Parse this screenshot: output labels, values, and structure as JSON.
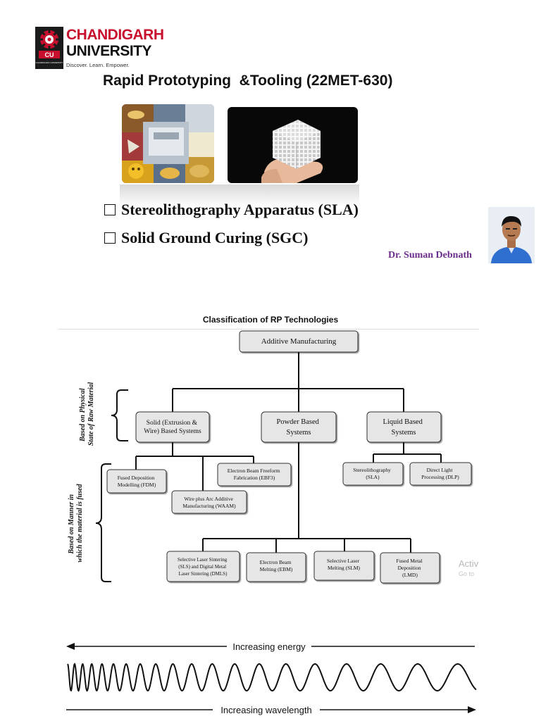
{
  "logo": {
    "emblem_text": "CU",
    "emblem_subtext": "CHANDIGARH UNIVERSITY",
    "name_line1": "CHANDIGARH",
    "name_line2": "UNIVERSITY",
    "tagline": "Discover. Learn. Empower."
  },
  "course": {
    "title": "Rapid Prototyping  &Tooling (22MET-630)"
  },
  "topics": [
    {
      "label": "Stereolithography Apparatus (SLA)"
    },
    {
      "label": "Solid Ground Curing (SGC)"
    }
  ],
  "author": {
    "name": "Dr. Suman Debnath"
  },
  "diagram": {
    "title": "Classification of RP Technologies",
    "root": "Additive Manufacturing",
    "side_label_physical": [
      "Based on Physical",
      "State of Raw Material"
    ],
    "side_label_manner": [
      "Based on Manner in",
      "which the material is fused"
    ],
    "categories": [
      {
        "lines": [
          "Solid (Extrusion &",
          "Wire) Based Systems"
        ]
      },
      {
        "lines": [
          "Powder Based",
          "Systems"
        ]
      },
      {
        "lines": [
          "Liquid Based",
          "Systems"
        ]
      }
    ],
    "solid_processes": [
      {
        "lines": [
          "Fused Deposition",
          "Modelling (FDM)"
        ]
      },
      {
        "lines": [
          "Wire plus Arc Additive",
          "Manufacturing (WAAM)"
        ]
      },
      {
        "lines": [
          "Electron Beam Freeform",
          "Fabrication (EBF3)"
        ]
      }
    ],
    "liquid_processes": [
      {
        "lines": [
          "Stereolithography",
          "(SLA)"
        ]
      },
      {
        "lines": [
          "Direct Light",
          "Processing (DLP)"
        ]
      }
    ],
    "powder_processes": [
      {
        "lines": [
          "Selective Laser Sintering",
          "(SLS) and Digital Metal",
          "Laser Sintering (DMLS)"
        ]
      },
      {
        "lines": [
          "Electron Beam",
          "Melting (EBM)"
        ]
      },
      {
        "lines": [
          "Selective Laser",
          "Melting (SLM)"
        ]
      },
      {
        "lines": [
          "Fused Metal",
          "Deposition",
          "(LMD)"
        ]
      }
    ],
    "watermark_line1": "Activ",
    "watermark_line2": "Go to"
  },
  "spectrum": {
    "top_label": "Increasing energy",
    "bottom_label": "Increasing wavelength"
  }
}
